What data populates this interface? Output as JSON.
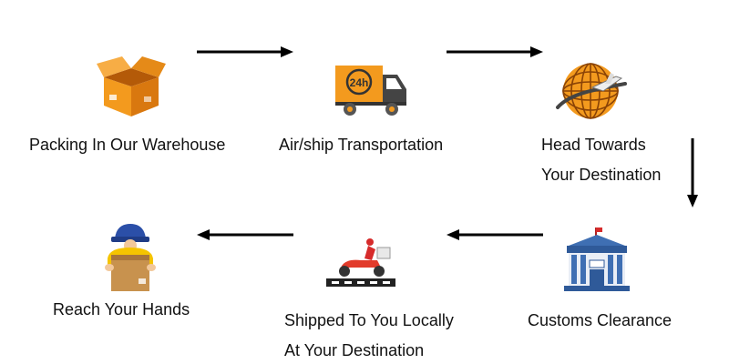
{
  "steps": [
    {
      "icon": "open-box-icon",
      "line1": "Packing In Our Warehouse"
    },
    {
      "icon": "delivery-truck-24h-icon",
      "line1": "Air/ship Transportation"
    },
    {
      "icon": "globe-airplane-icon",
      "line1": "Head Towards",
      "line2": "Your Destination"
    },
    {
      "icon": "customs-building-icon",
      "line1": "Customs Clearance"
    },
    {
      "icon": "delivery-scooter-icon",
      "line1": "Shipped To You Locally",
      "line2": "At Your Destination"
    },
    {
      "icon": "courier-with-box-icon",
      "line1": "Reach Your Hands"
    }
  ],
  "colors": {
    "accent_orange": "#f39a1e",
    "dark_orange": "#c4660b",
    "arrow": "#000000",
    "building_blue": "#3f6fb3"
  }
}
